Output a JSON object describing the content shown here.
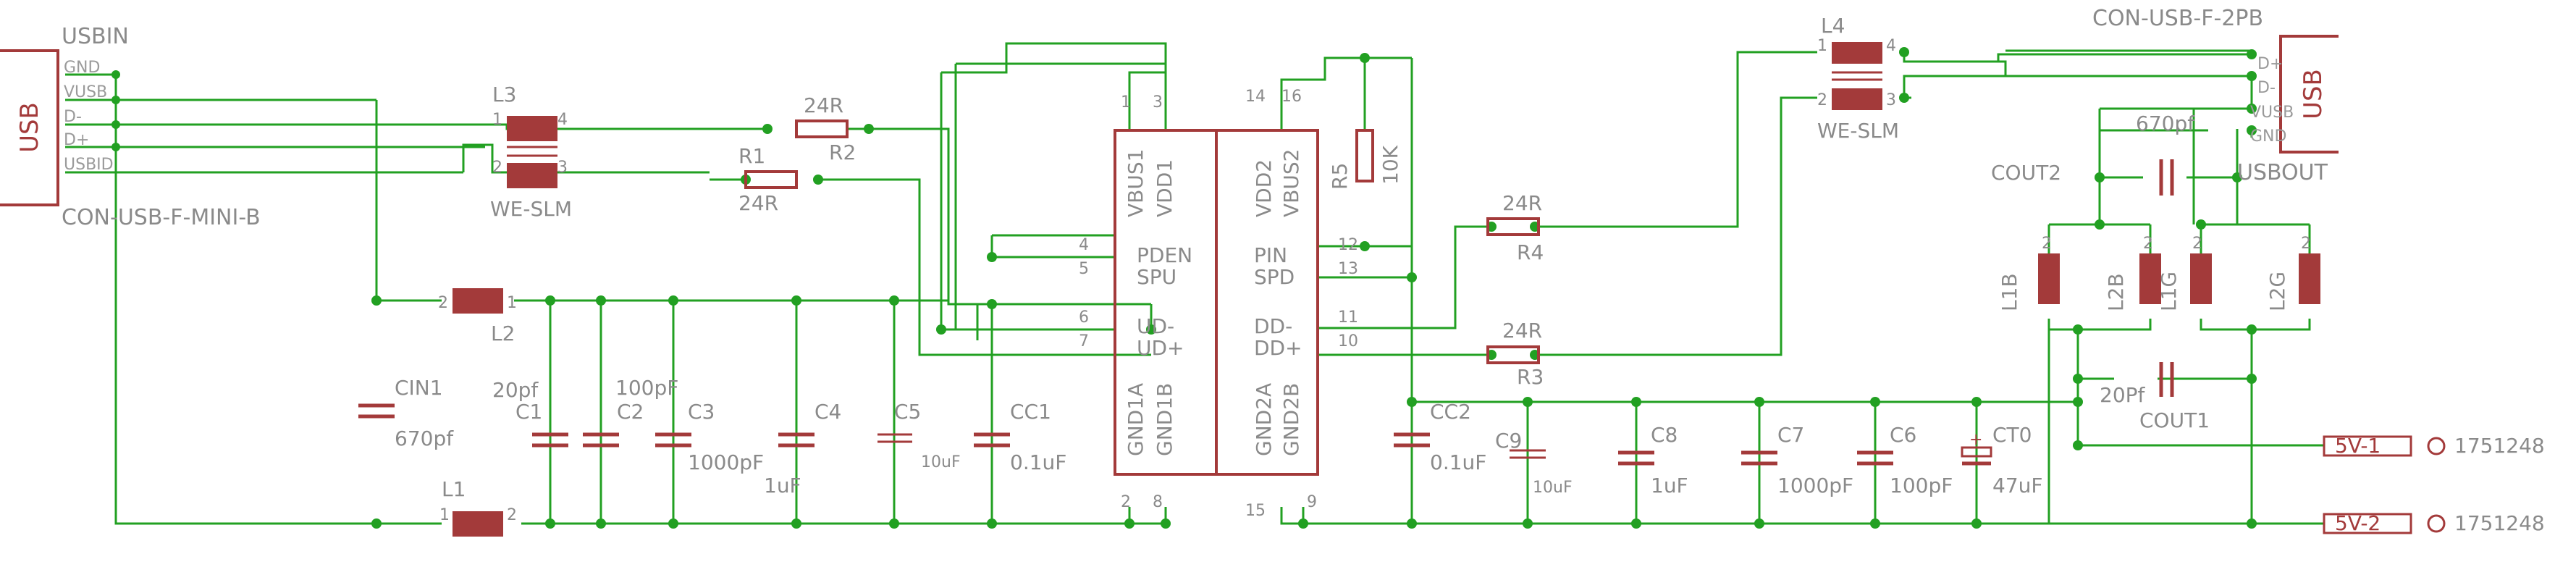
{
  "connectors": {
    "left": {
      "name": "USBIN",
      "part": "CON-USB-F-MINI-B",
      "symbol": "USB",
      "pins": [
        "GND",
        "VUSB",
        "D-",
        "D+",
        "USBID"
      ]
    },
    "right": {
      "name": "USBOUT",
      "part": "CON-USB-F-2PB",
      "symbol": "USB",
      "pins": [
        "D+",
        "D-",
        "VUSB",
        "GND"
      ]
    }
  },
  "chip": {
    "left_top_pins": [
      "VBUS1",
      "VDD1"
    ],
    "left_top_numbers": [
      "1",
      "3"
    ],
    "left_mid_pins": [
      "PDEN",
      "SPU",
      "UD-",
      "UD+"
    ],
    "left_mid_numbers": [
      "4",
      "5",
      "6",
      "7"
    ],
    "left_bottom_pins": [
      "GND1A",
      "GND1B"
    ],
    "left_bottom_numbers": [
      "2",
      "8"
    ],
    "right_top_pins": [
      "VDD2",
      "VBUS2"
    ],
    "right_top_numbers": [
      "14",
      "16"
    ],
    "right_mid_pins": [
      "PIN",
      "SPD",
      "DD-",
      "DD+"
    ],
    "right_mid_numbers": [
      "12",
      "13",
      "11",
      "10"
    ],
    "right_bottom_pins": [
      "GND2A",
      "GND2B"
    ],
    "right_bottom_numbers": [
      "15",
      "9"
    ]
  },
  "labels": {
    "L3": "L3",
    "L3_part": "WE-SLM",
    "L4": "L4",
    "L4_part": "WE-SLM",
    "L2": "L2",
    "L1": "L1",
    "L1B": "L1B",
    "L2B": "L2B",
    "L1G": "L1G",
    "L2G": "L2G",
    "R1": "R1",
    "R1_val": "24R",
    "R2": "R2",
    "R2_val": "24R",
    "R3": "R3",
    "R3_val": "24R",
    "R4": "R4",
    "R4_val": "24R",
    "R5": "R5",
    "R5_val": "10K",
    "CIN1": "CIN1",
    "CIN1_val": "670pf",
    "C1": "C1",
    "C1_val": "20pf",
    "C2": "C2",
    "C2_val": "100pF",
    "C3": "C3",
    "C3_val": "1000pF",
    "C4": "C4",
    "C4_val": "1uF",
    "C5": "C5",
    "C5_val": "10uF",
    "CC1": "CC1",
    "CC1_val": "0.1uF",
    "CC2": "CC2",
    "CC2_val": "0.1uF",
    "C9": "C9",
    "C9_val": "10uF",
    "C8": "C8",
    "C8_val": "1uF",
    "C7": "C7",
    "C7_val": "1000pF",
    "C6": "C6",
    "C6_val": "100pF",
    "CT0": "CT0",
    "CT0_val": "47uF",
    "COUT2": "COUT2",
    "COUT2_val": "670pf",
    "COUT1": "COUT1",
    "COUT1_val": "20Pf",
    "pin1": "1",
    "pin2": "2",
    "pin3": "3",
    "pin4": "4"
  },
  "terminals": [
    {
      "label": "5V-1",
      "part": "1751248"
    },
    {
      "label": "5V-2",
      "part": "1751248"
    }
  ],
  "colors": {
    "wire": "#22a022",
    "part": "#a33a3a",
    "junction": "#22a022",
    "text": "#8a8a8a"
  }
}
